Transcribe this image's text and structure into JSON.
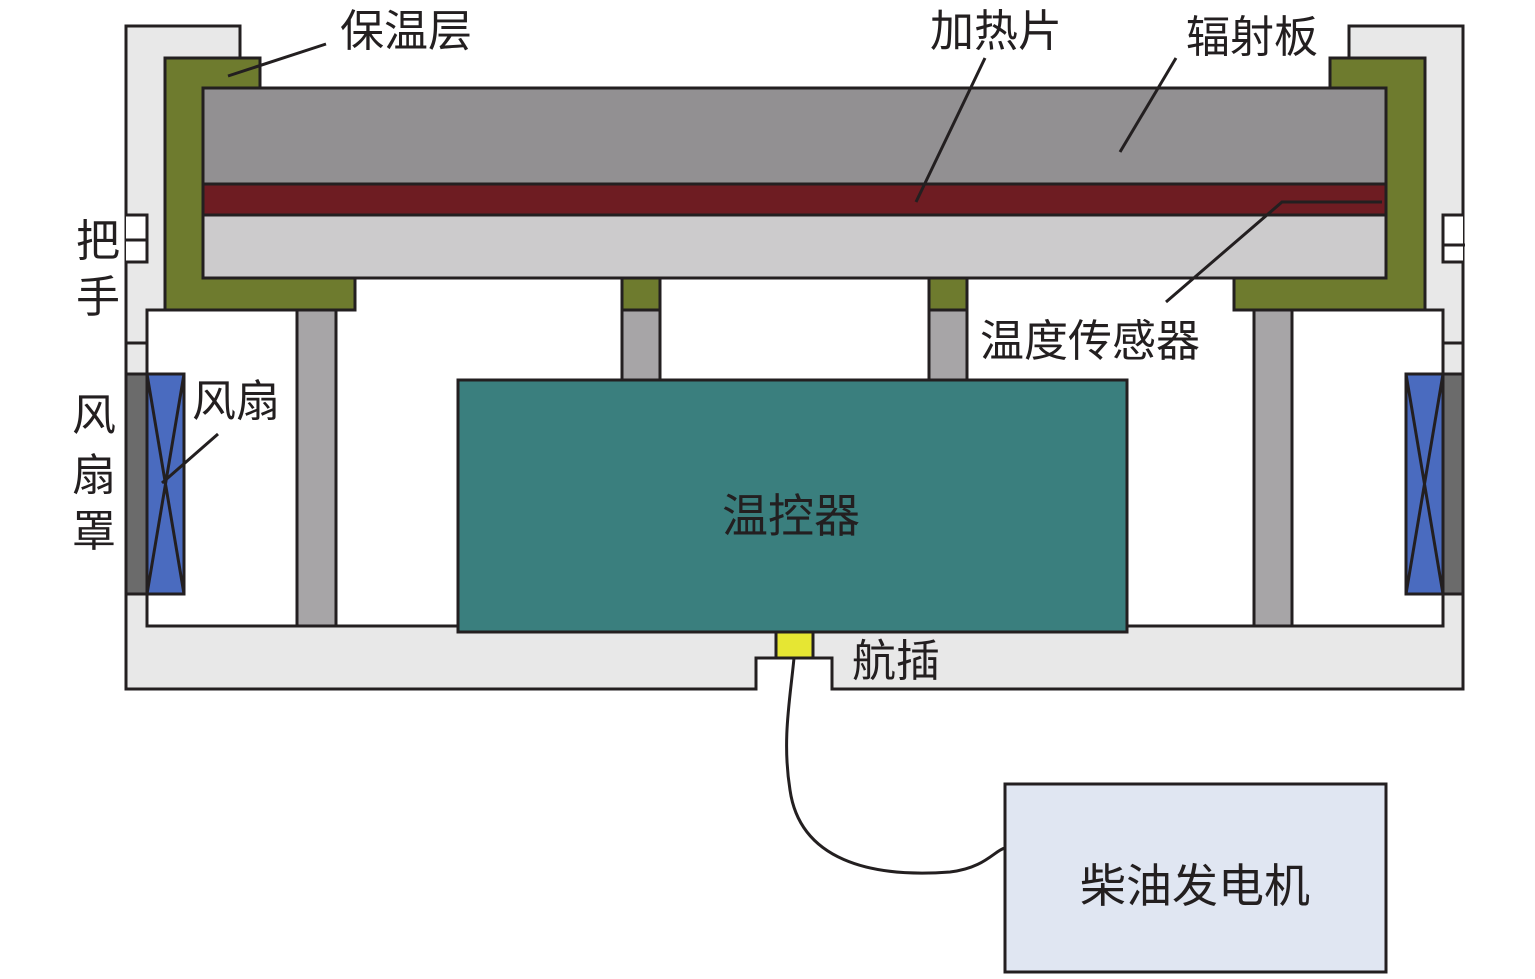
{
  "labels": {
    "insulation_layer": "保温层",
    "heating_sheet": "加热片",
    "radiation_plate": "辐射板",
    "handle_char1": "把",
    "handle_char2": "手",
    "temperature_sensor": "温度传感器",
    "fan": "风扇",
    "fan_cover_char1": "风",
    "fan_cover_char2": "扇",
    "fan_cover_char3": "罩",
    "thermostat": "温控器",
    "aviation_plug": "航插",
    "diesel_generator": "柴油发电机"
  },
  "colors": {
    "housing": "#e8e8e8",
    "insulation": "#6e7b2e",
    "radiation_plate": "#929092",
    "heating_sheet": "#6e1c22",
    "lower_plate": "#cccbcc",
    "pillar": "#a7a5a7",
    "thermostat": "#3a7f7e",
    "fan_blue": "#4a6bbf",
    "fan_cover": "#6b6b6b",
    "plug": "#e6e633",
    "generator": "#e0e6f2",
    "line": "#231f20"
  }
}
